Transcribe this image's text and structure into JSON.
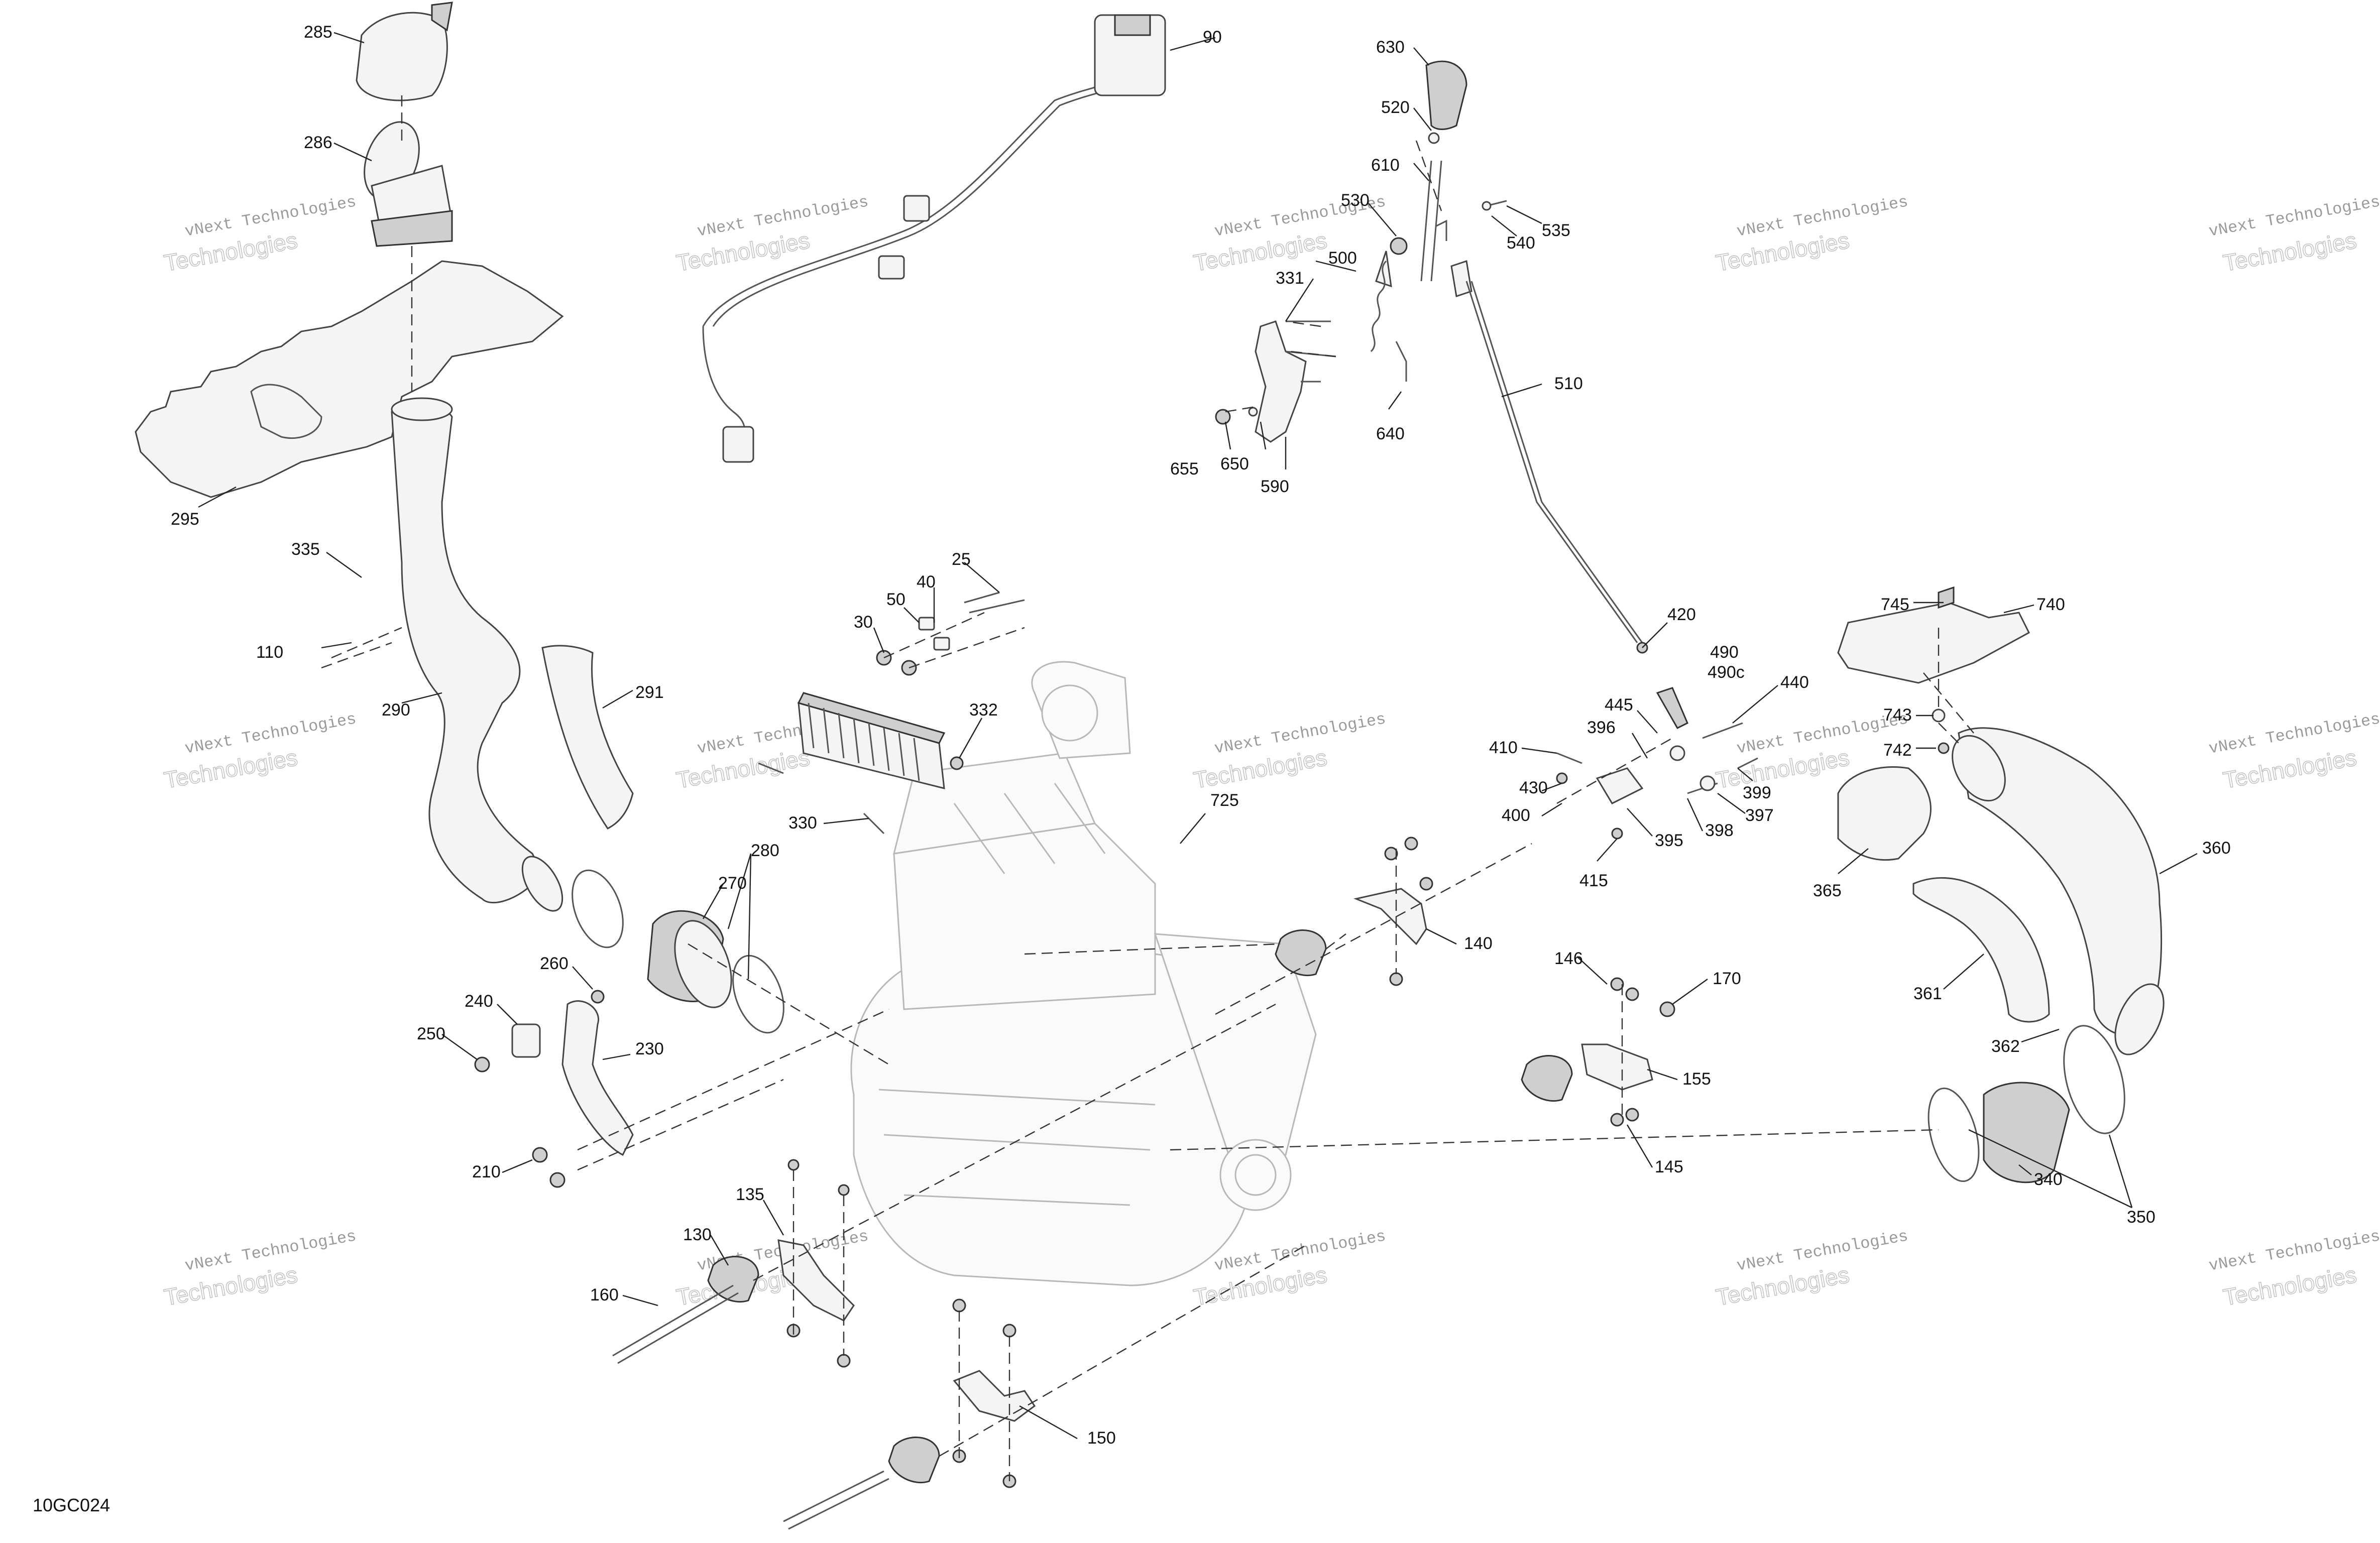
{
  "diagram_code": "10GC024",
  "watermark": {
    "line1": "vNext Technologies",
    "line2a": "vNext",
    "line2b": "Technologies"
  },
  "callouts": {
    "c285": "285",
    "c286": "286",
    "c295": "295",
    "c90": "90",
    "c630": "630",
    "c520": "520",
    "c610": "610",
    "c530": "530",
    "c535": "535",
    "c540": "540",
    "c500": "500",
    "c331": "331",
    "c510": "510",
    "c640": "640",
    "c655": "655",
    "c650": "650",
    "c590": "590",
    "c335": "335",
    "c110": "110",
    "c25": "25",
    "c40": "40",
    "c50": "50",
    "c30": "30",
    "c290": "290",
    "c291": "291",
    "c332": "332",
    "c330": "330",
    "c725": "725",
    "c420": "420",
    "c490": "490",
    "c490c": "490c",
    "c440": "440",
    "c445": "445",
    "c396": "396",
    "c410": "410",
    "c430": "430",
    "c400": "400",
    "c399": "399",
    "c397": "397",
    "c398": "398",
    "c395": "395",
    "c415": "415",
    "c745": "745",
    "c740": "740",
    "c743": "743",
    "c742": "742",
    "c365": "365",
    "c360": "360",
    "c361": "361",
    "c362": "362",
    "c340": "340",
    "c350": "350",
    "c280": "280",
    "c270": "270",
    "c260": "260",
    "c240": "240",
    "c250": "250",
    "c230": "230",
    "c210": "210",
    "c140": "140",
    "c146": "146",
    "c170": "170",
    "c155": "155",
    "c145": "145",
    "c135": "135",
    "c130": "130",
    "c160": "160",
    "c150": "150"
  }
}
